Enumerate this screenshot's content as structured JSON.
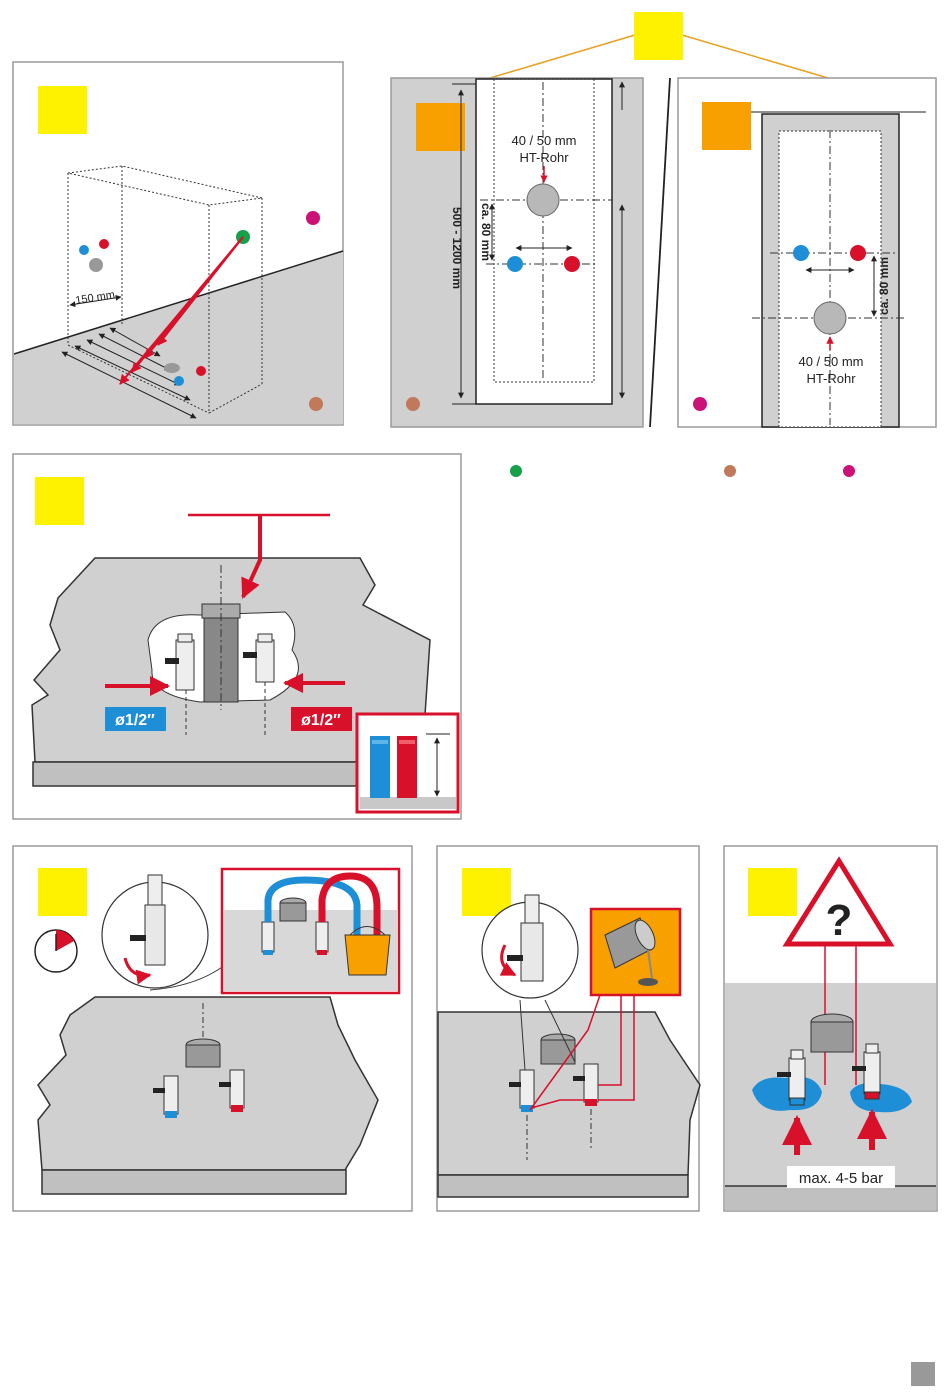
{
  "install_dims": {
    "offset": "150 mm",
    "pipe_label": "40 / 50 mm",
    "pipe_type": "HT-Rohr",
    "spacing": "ca. 80 mm",
    "height_range": "500 - 1200 mm"
  },
  "connections": {
    "cold": "ø1/2″",
    "hot": "ø1/2″"
  },
  "pressure_test": {
    "label": "max. 4-5 bar",
    "question_mark": "?"
  },
  "colors": {
    "cold": "#1e8fd6",
    "hot": "#d8102a",
    "tag_yellow": "#fff200",
    "tag_orange": "#f7a000",
    "green_dot": "#16a04a",
    "brown_dot": "#c07a5a",
    "magenta_dot": "#cc1177"
  }
}
